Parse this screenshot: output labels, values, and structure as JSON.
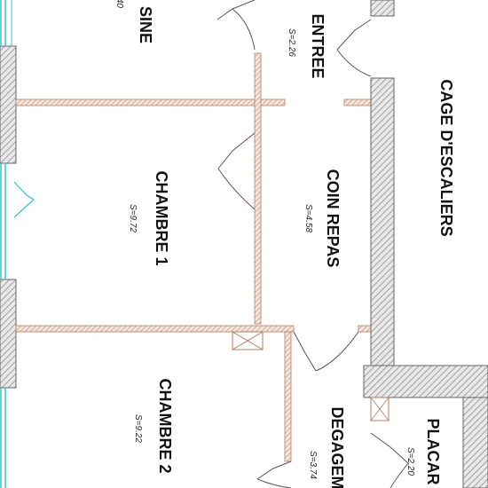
{
  "plan": {
    "rooms": [
      {
        "id": "cuisine",
        "name": "SINE",
        "area": ".40"
      },
      {
        "id": "entree",
        "name": "ENTREE",
        "area": "S=2.26"
      },
      {
        "id": "cage",
        "name": "CAGE D'ESCALIERS",
        "area": ""
      },
      {
        "id": "chambre1",
        "name": "CHAMBRE 1",
        "area": "S=9.72"
      },
      {
        "id": "coinrepas",
        "name": "COIN REPAS",
        "area": "S=4.58"
      },
      {
        "id": "chambre2",
        "name": "CHAMBRE 2",
        "area": "S=9.22"
      },
      {
        "id": "degagement",
        "name": "DEGAGEM",
        "area": "S=3.74"
      },
      {
        "id": "placard",
        "name": "PLACAR",
        "area": "S=2.20"
      }
    ],
    "colors": {
      "hatch": "#9a9a9a",
      "partition": "#c8a088",
      "window": "#39c3cf",
      "door": "#555555"
    }
  }
}
